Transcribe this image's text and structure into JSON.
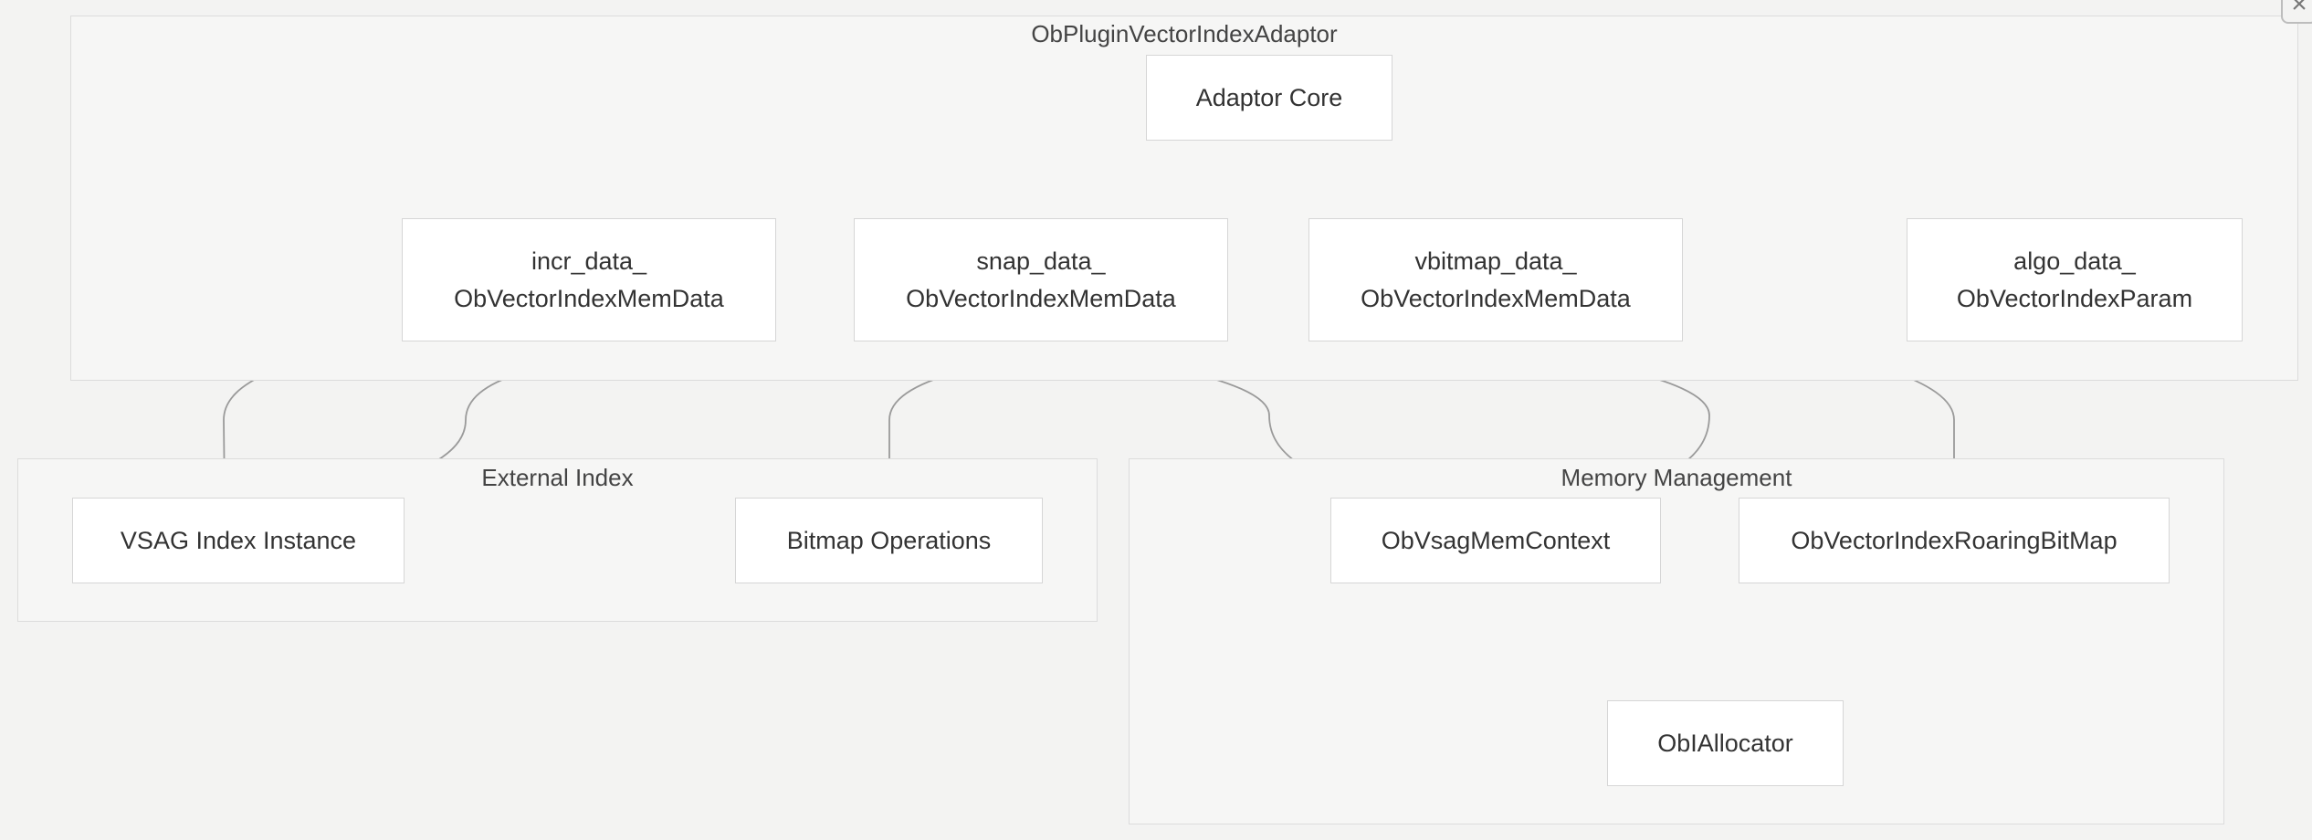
{
  "clusters": {
    "adaptor": {
      "label": "ObPluginVectorIndexAdaptor"
    },
    "external": {
      "label": "External Index"
    },
    "memory": {
      "label": "Memory Management"
    }
  },
  "nodes": {
    "adaptor_core": {
      "label": "Adaptor Core"
    },
    "incr_data": {
      "line1": "incr_data_",
      "line2": "ObVectorIndexMemData"
    },
    "snap_data": {
      "line1": "snap_data_",
      "line2": "ObVectorIndexMemData"
    },
    "vbitmap_data": {
      "line1": "vbitmap_data_",
      "line2": "ObVectorIndexMemData"
    },
    "algo_data": {
      "line1": "algo_data_",
      "line2": "ObVectorIndexParam"
    },
    "vsag_index": {
      "label": "VSAG Index Instance"
    },
    "bitmap_ops": {
      "label": "Bitmap Operations"
    },
    "vsag_mem_ctx": {
      "label": "ObVsagMemContext"
    },
    "roaring_bitmap": {
      "label": "ObVectorIndexRoaringBitMap"
    },
    "allocator": {
      "label": "ObIAllocator"
    }
  },
  "edges": [
    {
      "from": "adaptor_core",
      "to": "incr_data"
    },
    {
      "from": "adaptor_core",
      "to": "snap_data"
    },
    {
      "from": "adaptor_core",
      "to": "vbitmap_data"
    },
    {
      "from": "adaptor_core",
      "to": "algo_data"
    },
    {
      "from": "incr_data",
      "to": "vsag_index"
    },
    {
      "from": "incr_data",
      "to": "vsag_mem_ctx"
    },
    {
      "from": "snap_data",
      "to": "vsag_index"
    },
    {
      "from": "snap_data",
      "to": "vsag_mem_ctx"
    },
    {
      "from": "vbitmap_data",
      "to": "bitmap_ops"
    },
    {
      "from": "vbitmap_data",
      "to": "roaring_bitmap"
    },
    {
      "from": "vsag_mem_ctx",
      "to": "allocator"
    },
    {
      "from": "roaring_bitmap",
      "to": "allocator"
    }
  ],
  "window": {
    "close_glyph": "×"
  },
  "colors": {
    "background": "#f3f3f2",
    "cluster_fill": "#f6f6f5",
    "node_fill": "#ffffff",
    "edge": "#9a9a9a"
  }
}
